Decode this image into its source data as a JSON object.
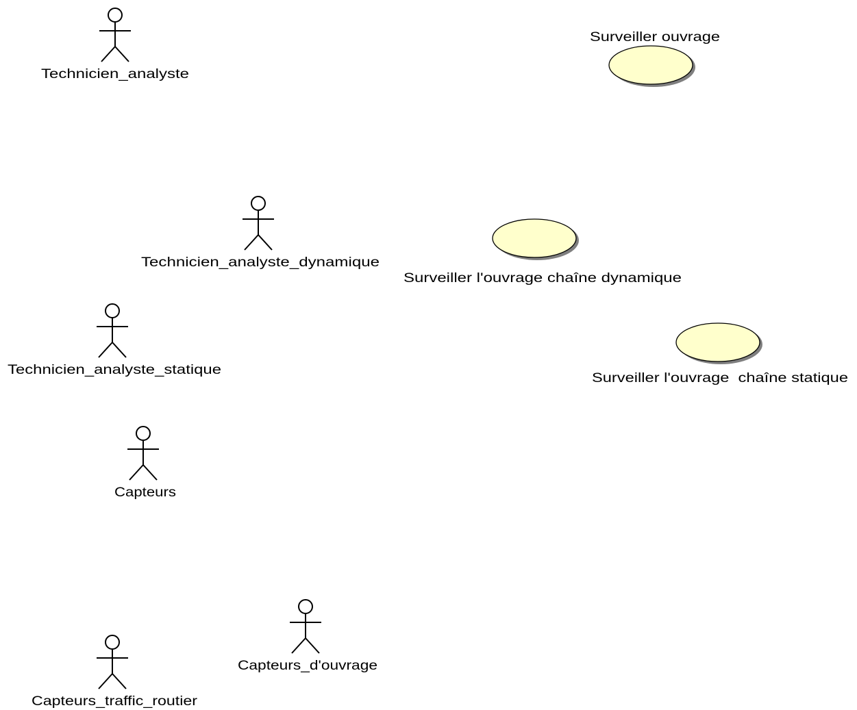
{
  "actors": [
    {
      "id": "technicien-analyste",
      "name": "Technicien_analyste"
    },
    {
      "id": "technicien-analyste-dynamique",
      "name": "Technicien_analyste_dynamique"
    },
    {
      "id": "technicien-analyste-statique",
      "name": "Technicien_analyste_statique"
    },
    {
      "id": "capteurs",
      "name": "Capteurs"
    },
    {
      "id": "capteurs-d-ouvrage",
      "name": "Capteurs_d'ouvrage"
    },
    {
      "id": "capteurs-traffic-routier",
      "name": "Capteurs_traffic_routier"
    }
  ],
  "use_cases": [
    {
      "id": "surveiller-ouvrage",
      "name": "Surveiller ouvrage"
    },
    {
      "id": "surveiller-ouvrage-dynamique",
      "name": "Surveiller l'ouvrage chaîne dynamique"
    },
    {
      "id": "surveiller-ouvrage-statique",
      "name": "Surveiller l'ouvrage  chaîne statique"
    }
  ],
  "colors": {
    "use_case_fill": "#ffffcc",
    "use_case_shadow": "#7f7f7f",
    "stroke": "#000000"
  }
}
